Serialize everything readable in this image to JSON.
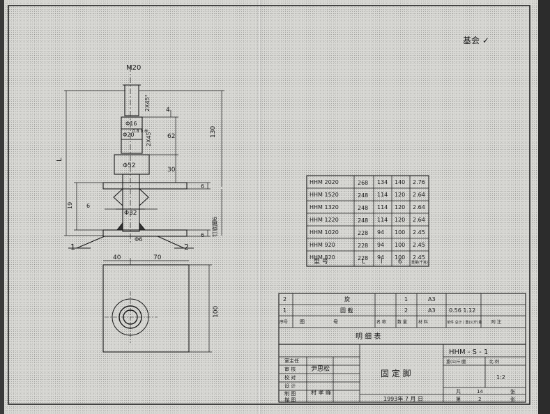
{
  "stamp_note": "基会 ✓",
  "drawing": {
    "thread": "M20",
    "chamfer_top": "2X45°",
    "dim_4": "4",
    "dia_16": "Φ16",
    "dia_20": "Φ20",
    "chamfer_detail": "0.8 0.6",
    "chamfer_mid": "2X45°",
    "dim_62": "62",
    "dim_130": "130",
    "dim_L": "L",
    "dim_19": "19",
    "dia_52": "Φ52",
    "dim_30": "30",
    "dim_6_upper": "6",
    "dia_32": "Φ32",
    "weld_6": "6",
    "note_right": "钉底脚6",
    "dim_6_lower": "6",
    "dia_6": "Φ6",
    "callout_1": "1",
    "callout_2": "2",
    "plan_40": "40",
    "plan_70": "70",
    "plan_100": "100"
  },
  "param_table": {
    "rows": [
      [
        "HHM 2020",
        "268",
        "134",
        "140",
        "2.76"
      ],
      [
        "HHM 1520",
        "248",
        "114",
        "120",
        "2.64"
      ],
      [
        "HHM 1320",
        "248",
        "114",
        "120",
        "2.64"
      ],
      [
        "HHM 1220",
        "248",
        "114",
        "120",
        "2.64"
      ],
      [
        "HHM 1020",
        "228",
        "94",
        "100",
        "2.45"
      ],
      [
        "HHM 920",
        "228",
        "94",
        "100",
        "2.45"
      ],
      [
        "HHM 820",
        "228",
        "94",
        "100",
        "2.45"
      ]
    ],
    "header": [
      "型     号",
      "L",
      "l",
      "6",
      "重量(千克)"
    ]
  },
  "parts_list": {
    "rows": [
      [
        "2",
        "",
        "",
        "旋",
        "1",
        "A3",
        "",
        ""
      ],
      [
        "1",
        "",
        "",
        "圆  截",
        "2",
        "A3",
        "0.56 1.12",
        ""
      ]
    ],
    "header": [
      "序号",
      "图",
      "号",
      "名        称",
      "数 量",
      "材 料",
      "单件 总计 / 重(公斤)量",
      "附   注"
    ],
    "title": "明        细        表"
  },
  "title_block": {
    "roles": [
      "室主任",
      "审  核",
      "校  对",
      "设  计",
      "制  图",
      "描  图"
    ],
    "sign_design": "尹思松",
    "sign_draw": "村  孝  峰",
    "drawing_name": "固 定 脚",
    "drawing_no": "HHM - S - 1",
    "weight_label": "重(公斤)量",
    "scale_label": "比       例",
    "scale_value": "1:2",
    "total_label": "共",
    "total_value": "14",
    "total_unit": "张",
    "sheet_label": "第",
    "sheet_value": "2",
    "sheet_unit": "张",
    "date": "1993年  7  月      日"
  }
}
